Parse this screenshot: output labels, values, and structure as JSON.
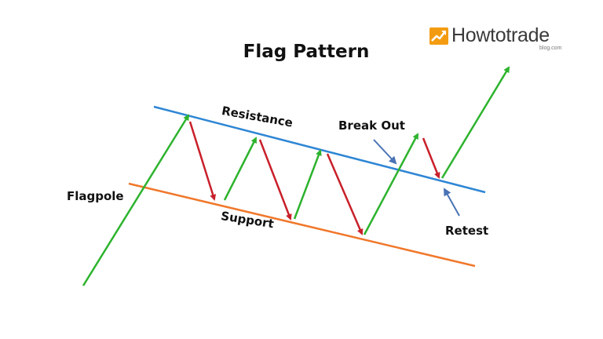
{
  "title": "Flag Pattern",
  "logo": {
    "text": "Howtotrade",
    "subtext": "blog.com",
    "icon": "chart-up-arrow-icon",
    "accent": "#f39c12"
  },
  "labels": {
    "resistance": "Resistance",
    "support": "Support",
    "breakout": "Break Out",
    "flagpole": "Flagpole",
    "retest": "Retest"
  },
  "colors": {
    "resistance_line": "#2e86d4",
    "support_line": "#f0782b",
    "up_arrow": "#2db32d",
    "down_arrow": "#c8202a",
    "pointer_arrow": "#4a73b5"
  }
}
